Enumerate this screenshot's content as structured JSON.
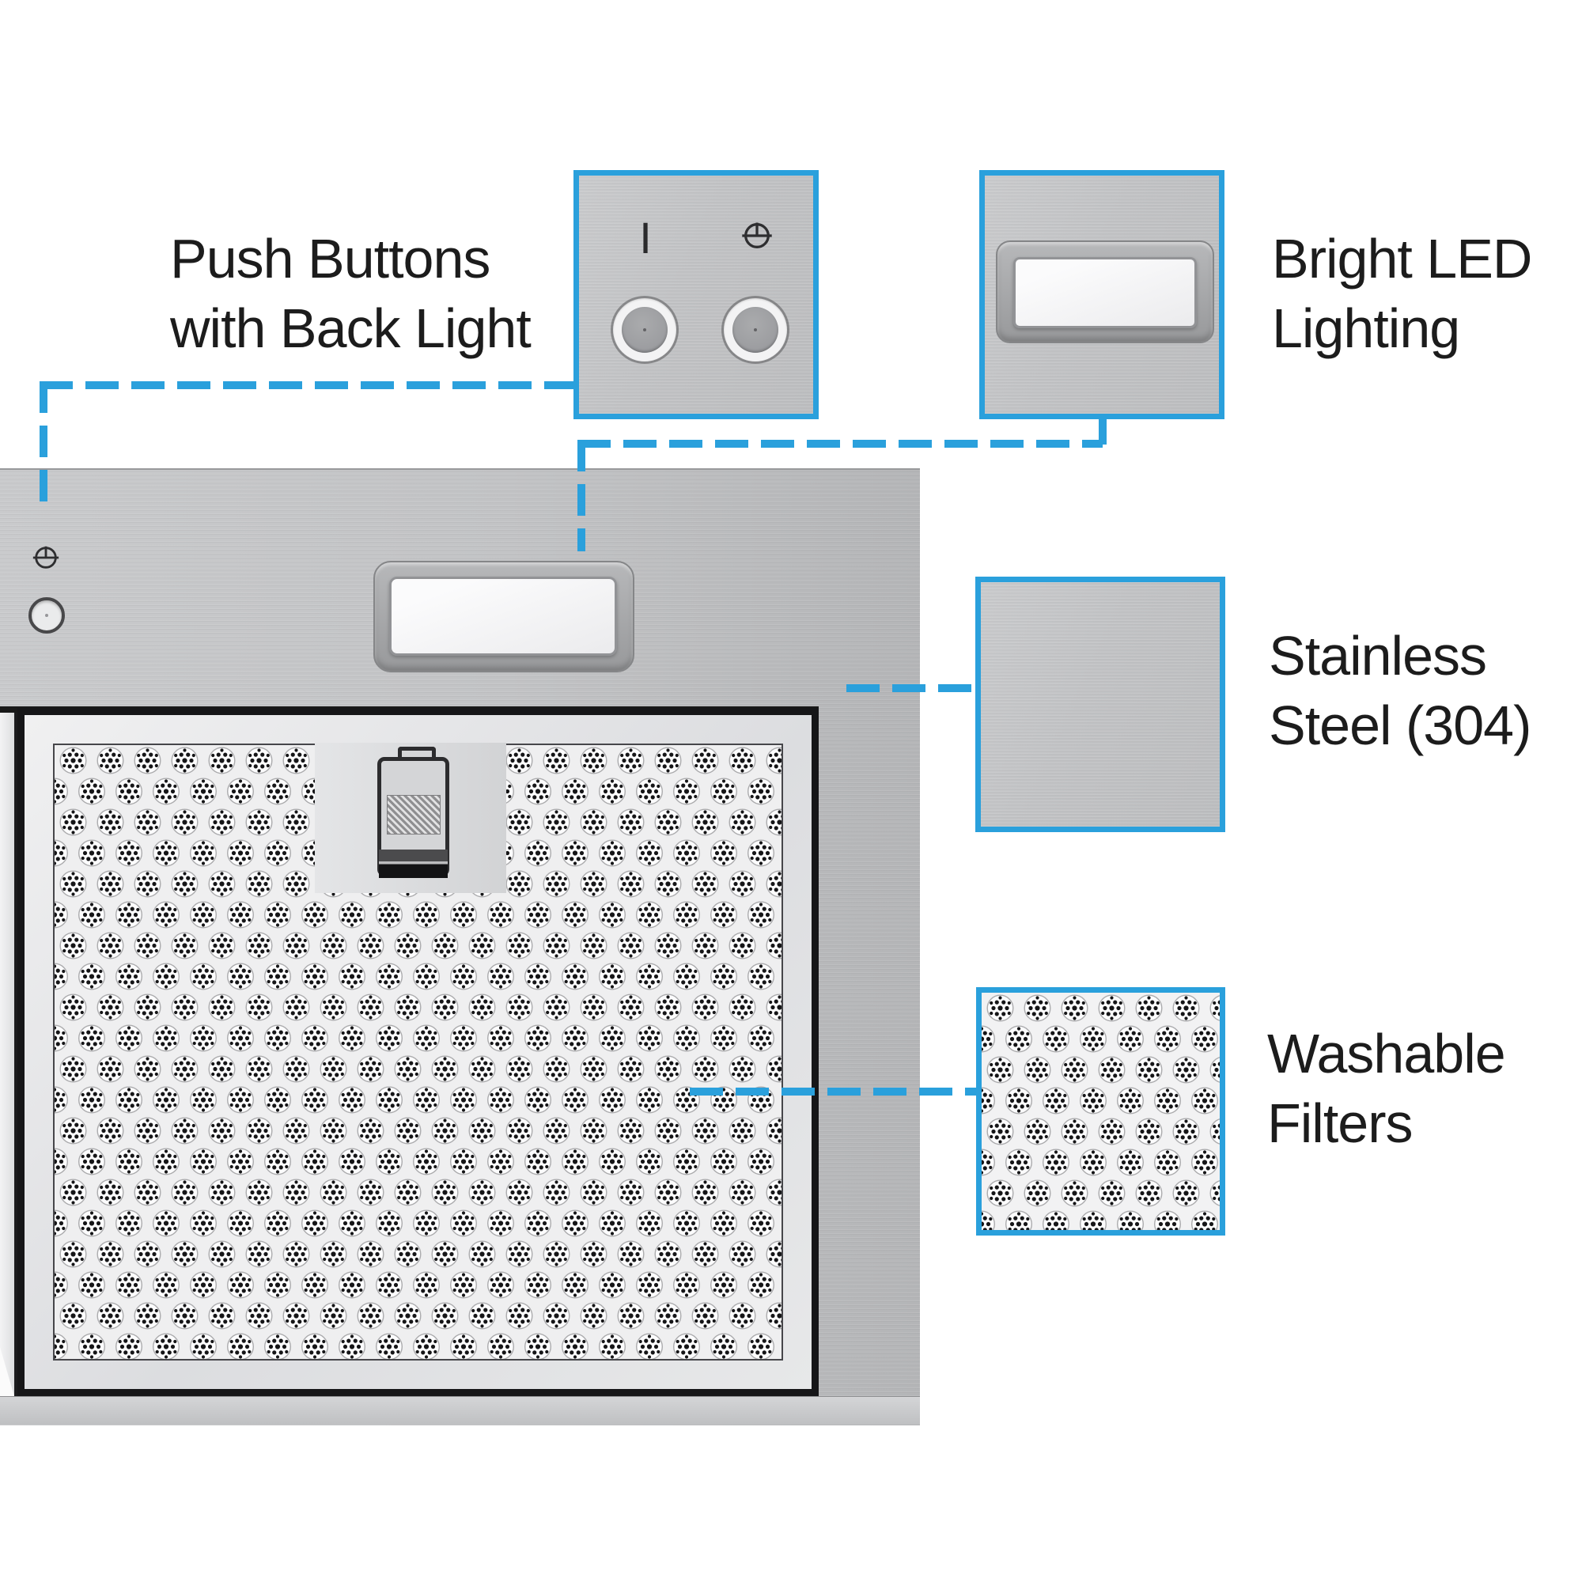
{
  "accent_color": "#2AA0DC",
  "text_color": "#1C1C1C",
  "callouts": {
    "push_buttons": {
      "line1": "Push Buttons",
      "line2": "with Back Light"
    },
    "led": {
      "line1": "Bright LED",
      "line2": "Lighting"
    },
    "steel": {
      "line1": "Stainless",
      "line2": "Steel (304)"
    },
    "filters": {
      "line1": "Washable",
      "line2": "Filters"
    }
  },
  "symbols": {
    "fan_speed": "I",
    "light_icon": "circle-with-cross"
  }
}
